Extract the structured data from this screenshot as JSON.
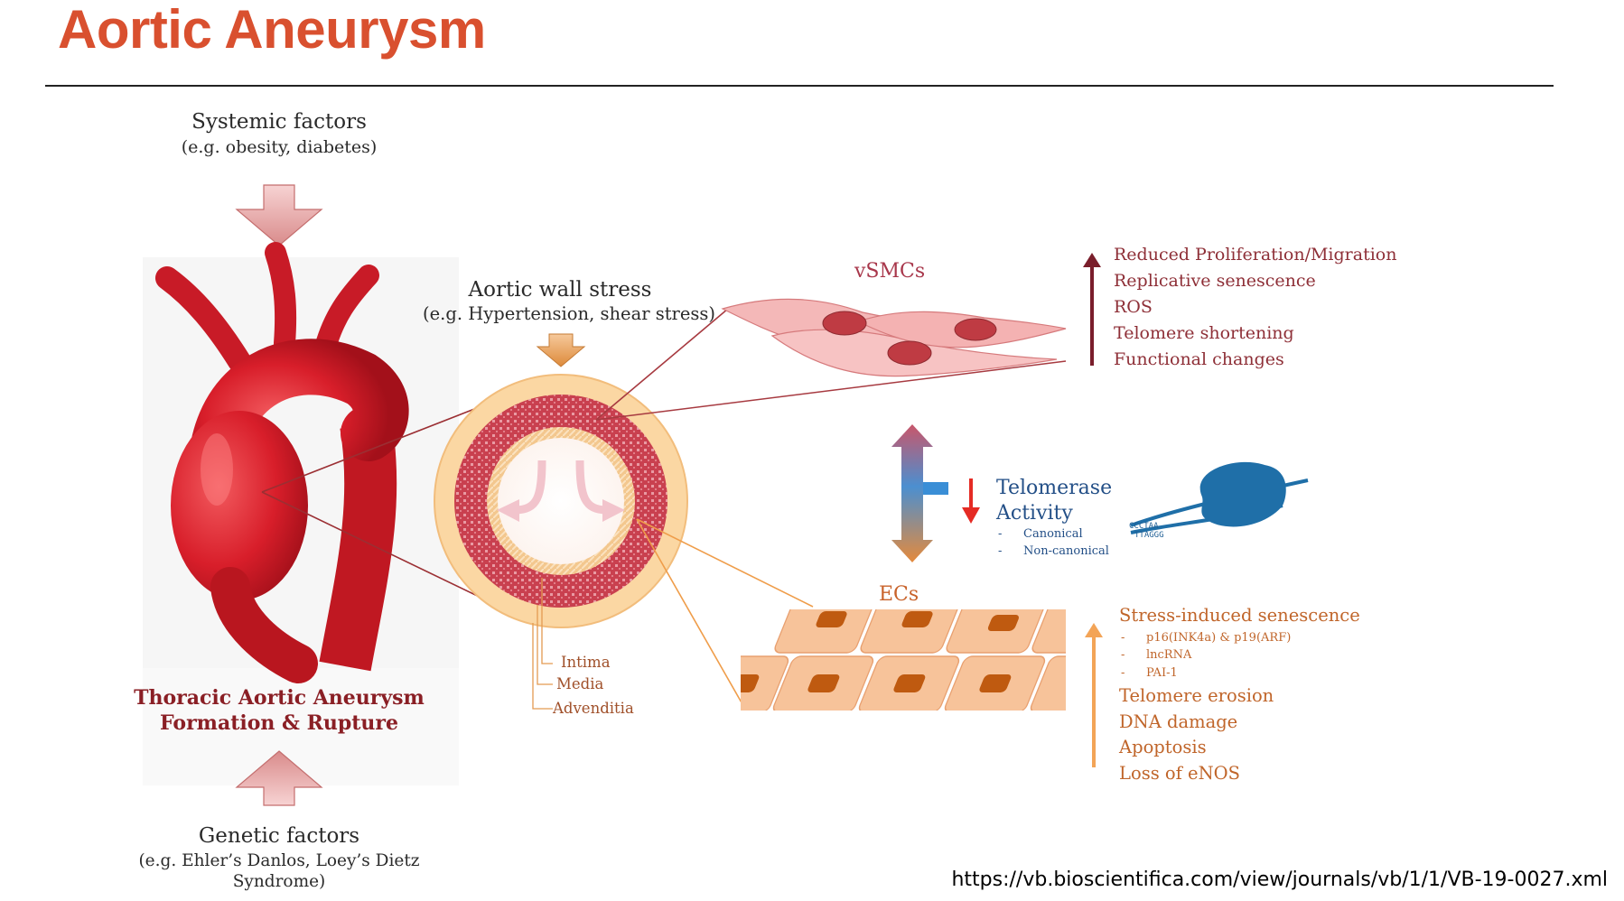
{
  "slide": {
    "title": "Aortic Aneurysm",
    "source_url": "https://vb.bioscientifica.com/view/journals/vb/1/1/VB-19-0027.xml"
  },
  "systemic": {
    "title": "Systemic factors",
    "sub": "(e.g. obesity, diabetes)"
  },
  "genetic": {
    "title": "Genetic factors",
    "sub1": "(e.g. Ehler’s Danlos, Loey’s Dietz",
    "sub2": "Syndrome)"
  },
  "outcome": {
    "line1": "Thoracic Aortic Aneurysm",
    "line2": "Formation & Rupture"
  },
  "wall_stress": {
    "title": "Aortic wall stress",
    "sub": "(e.g. Hypertension, shear stress)"
  },
  "layers": [
    "Intima",
    "Media",
    "Advenditia"
  ],
  "vsmc": {
    "label": "vSMCs",
    "effects": [
      "Reduced Proliferation/Migration",
      "Replicative senescence",
      "ROS",
      "Telomere shortening",
      "Functional changes"
    ]
  },
  "telomerase": {
    "line1": "Telomerase",
    "line2": "Activity",
    "types": [
      "Canonical",
      "Non-canonical"
    ],
    "seq1": "CCCTAA",
    "seq2": "TTAGGG"
  },
  "ecs": {
    "label": "ECs",
    "senescence": "Stress-induced senescence",
    "markers": [
      "p16(INK4a) & p19(ARF)",
      "lncRNA",
      "PAI-1"
    ],
    "effects": [
      "Telomere erosion",
      "DNA damage",
      "Apoptosis",
      "Loss of eNOS"
    ]
  },
  "colors": {
    "title": "#d9502f",
    "vsmc_text": "#8e2f37",
    "ec_text": "#c0652a",
    "telomerase_text": "#234f87",
    "aorta": "#d81e2a",
    "telomerase_icon": "#1f6fa8"
  },
  "icons": [
    "down-arrow-icon",
    "up-arrow-icon",
    "double-arrow-icon",
    "telomerase-enzyme-icon"
  ]
}
